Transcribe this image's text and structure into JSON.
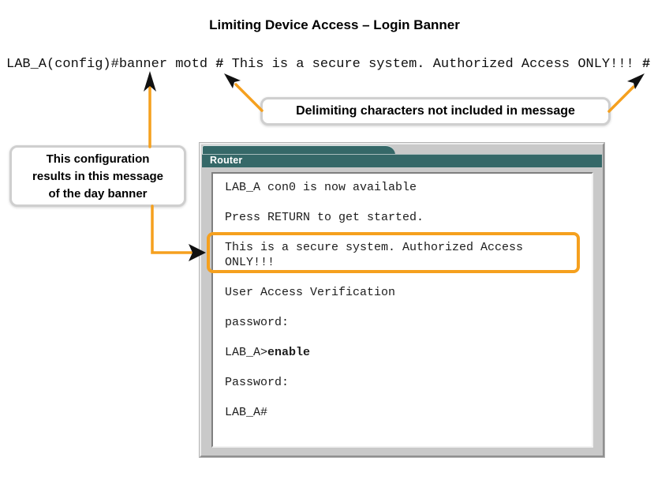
{
  "colors": {
    "accent-orange": "#F5A01E",
    "title-teal": "#356868",
    "frame-gray": "#C9C9C9",
    "callout-border": "#CFCFCF",
    "terminal-text": "#1C1C1C"
  },
  "page": {
    "title": "Limiting Device Access – Login Banner"
  },
  "command": {
    "prefix": "LAB_A(config)#banner motd ",
    "delimiter": "#",
    "message": " This is a secure system. Authorized Access ONLY!!! "
  },
  "callouts": {
    "delimiter_note": "Delimiting characters not included in message",
    "config_note": [
      "This configuration",
      "results in this message",
      "of the day banner"
    ]
  },
  "router_window": {
    "title": "Router",
    "terminal": {
      "available": "LAB_A con0 is now available",
      "press_return": "Press RETURN to get started.",
      "banner_line1": "This is a secure system. Authorized Access",
      "banner_line2": "ONLY!!!",
      "verification": "User Access Verification",
      "password_prompt": "password:",
      "enable_prompt": "LAB_A>",
      "enable_command": "enable",
      "password_prompt2": "Password:",
      "priv_prompt": "LAB_A#"
    }
  }
}
